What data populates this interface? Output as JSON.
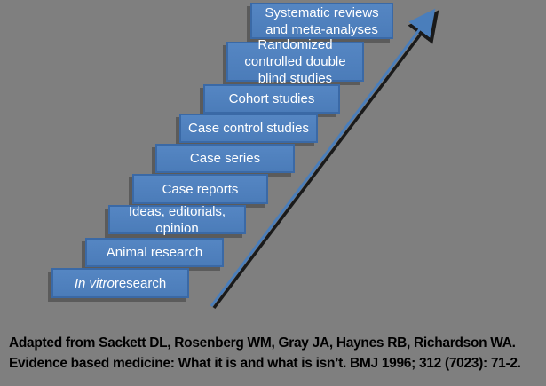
{
  "diagram_title": "Hierarchy of evidence staircase",
  "colors": {
    "background": "#7f7f7f",
    "box_fill": "#4e80bc",
    "box_border": "#3a69a6",
    "box_text": "#ffffff",
    "arrow_blue": "#4a7ebb",
    "arrow_shadow": "#1a1a1a",
    "caption_text": "#000000"
  },
  "steps": [
    {
      "label": "Systematic reviews and meta-analyses"
    },
    {
      "label": "Randomized controlled double blind studies"
    },
    {
      "label": "Cohort studies"
    },
    {
      "label": "Case control studies"
    },
    {
      "label": "Case series"
    },
    {
      "label": "Case reports"
    },
    {
      "label": "Ideas, editorials, opinion"
    },
    {
      "label": "Animal research"
    },
    {
      "label_em": "In vitro",
      "label_rest": " research"
    }
  ],
  "arrow": {
    "name": "increasing-evidence-arrow",
    "direction": "bottom-left to top-right"
  },
  "caption": {
    "line1": "Adapted from Sackett DL, Rosenberg WM, Gray JA, Haynes RB, Richardson WA.",
    "line2": "Evidence based medicine: What it is and what is isn’t. BMJ 1996; 312 (7023): 71-2."
  }
}
